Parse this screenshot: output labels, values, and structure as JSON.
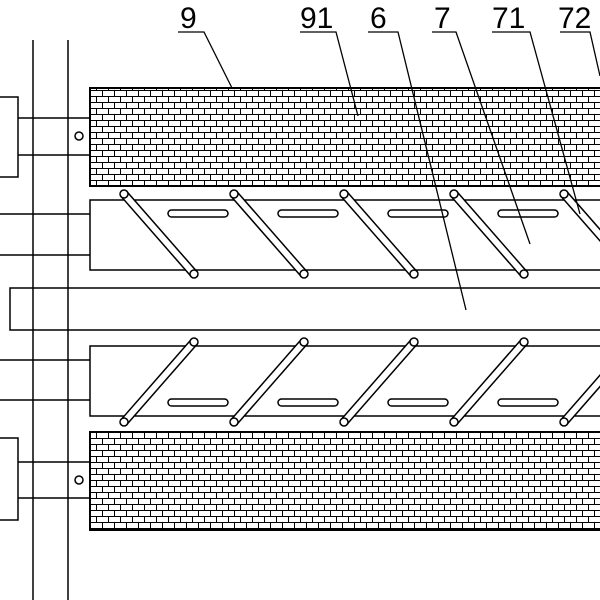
{
  "diagram": {
    "line_color": "#000000",
    "background": "#ffffff",
    "labels": [
      {
        "id": "9",
        "text": "9"
      },
      {
        "id": "91",
        "text": "91"
      },
      {
        "id": "6",
        "text": "6"
      },
      {
        "id": "7",
        "text": "7"
      },
      {
        "id": "71",
        "text": "71"
      },
      {
        "id": "72",
        "text": "72"
      }
    ]
  }
}
